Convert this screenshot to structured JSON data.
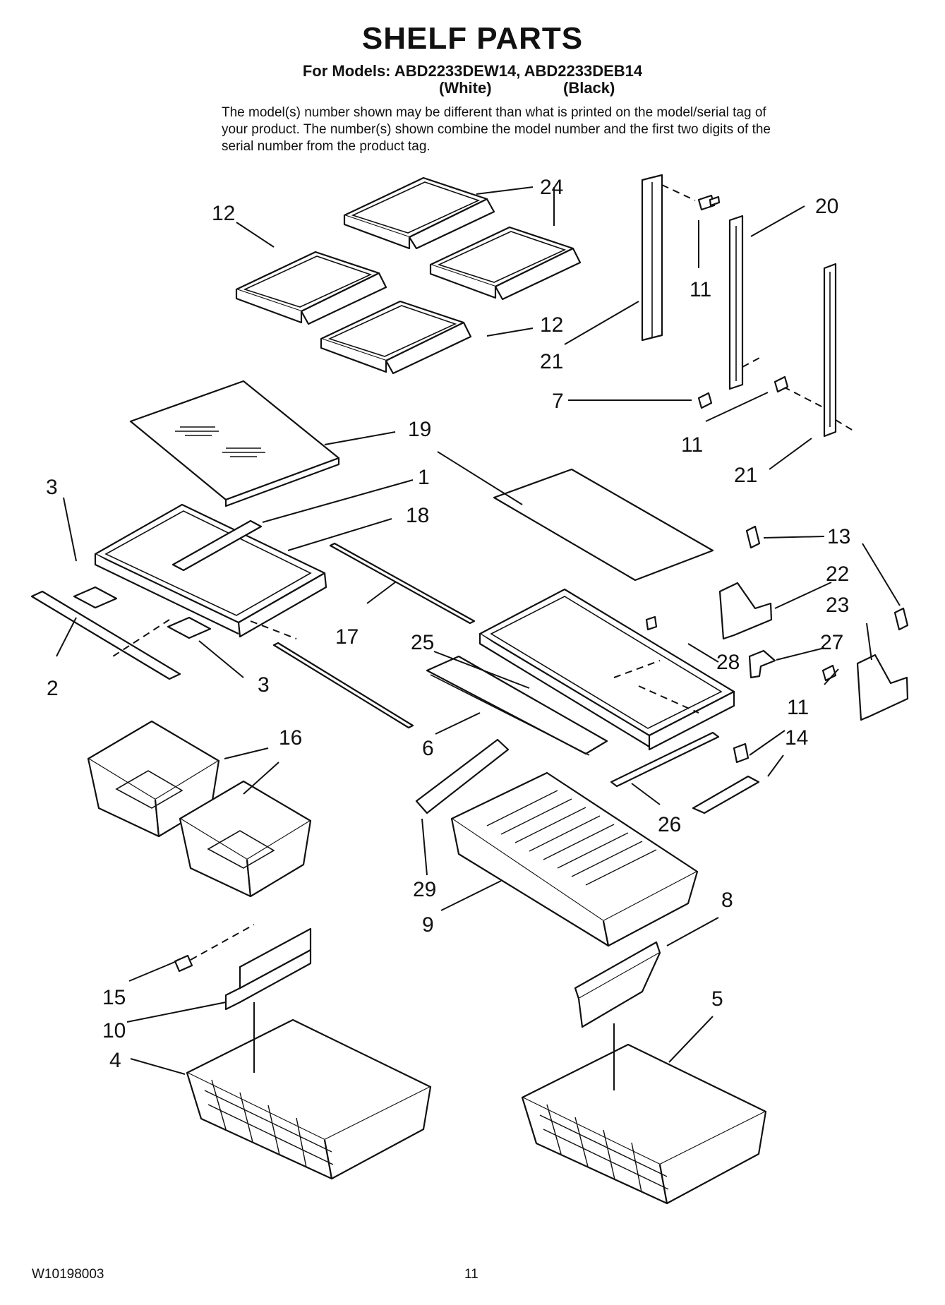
{
  "header": {
    "title": "SHELF PARTS",
    "models": "For Models: ABD2233DEW14, ABD2233DEB14",
    "color_white": "(White)",
    "color_black": "(Black)",
    "note": "The model(s) number shown may be different than what is printed on the model/serial tag of your product. The number(s) shown combine the model number and the first two digits of the serial number from the product tag."
  },
  "callouts": [
    "24",
    "12",
    "20",
    "11",
    "12",
    "21",
    "7",
    "11",
    "21",
    "19",
    "1",
    "3",
    "18",
    "13",
    "22",
    "23",
    "17",
    "25",
    "27",
    "28",
    "2",
    "3",
    "11",
    "16",
    "6",
    "14",
    "26",
    "29",
    "8",
    "9",
    "15",
    "10",
    "5",
    "4"
  ],
  "footer": {
    "doc_number": "W10198003",
    "page_number": "11"
  }
}
